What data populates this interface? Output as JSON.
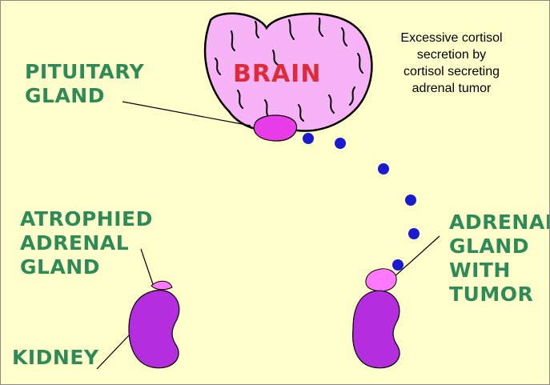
{
  "diagram": {
    "brain_label": "BRAIN",
    "labels": {
      "pituitary": [
        "PITUITARY",
        "GLAND"
      ],
      "atrophied": [
        "ATROPHIED",
        "ADRENAL",
        "GLAND"
      ],
      "adrenal_tumor": [
        "ADRENAL",
        "GLAND",
        "WITH",
        "TUMOR"
      ],
      "kidney": "KIDNEY"
    },
    "caption": [
      "Excessive cortisol",
      "secretion by",
      "cortisol secreting",
      "adrenal tumor"
    ],
    "colors": {
      "background": "#ffffcc",
      "label_green": "#2e8b57",
      "brain_fill": "#f6b3f6",
      "brain_text": "#dd2b3a",
      "pituitary": "#e83ce8",
      "kidney": "#b42ee0",
      "adrenal_small": "#ff79ff",
      "cortisol_dots": "#1a1ad0"
    }
  }
}
